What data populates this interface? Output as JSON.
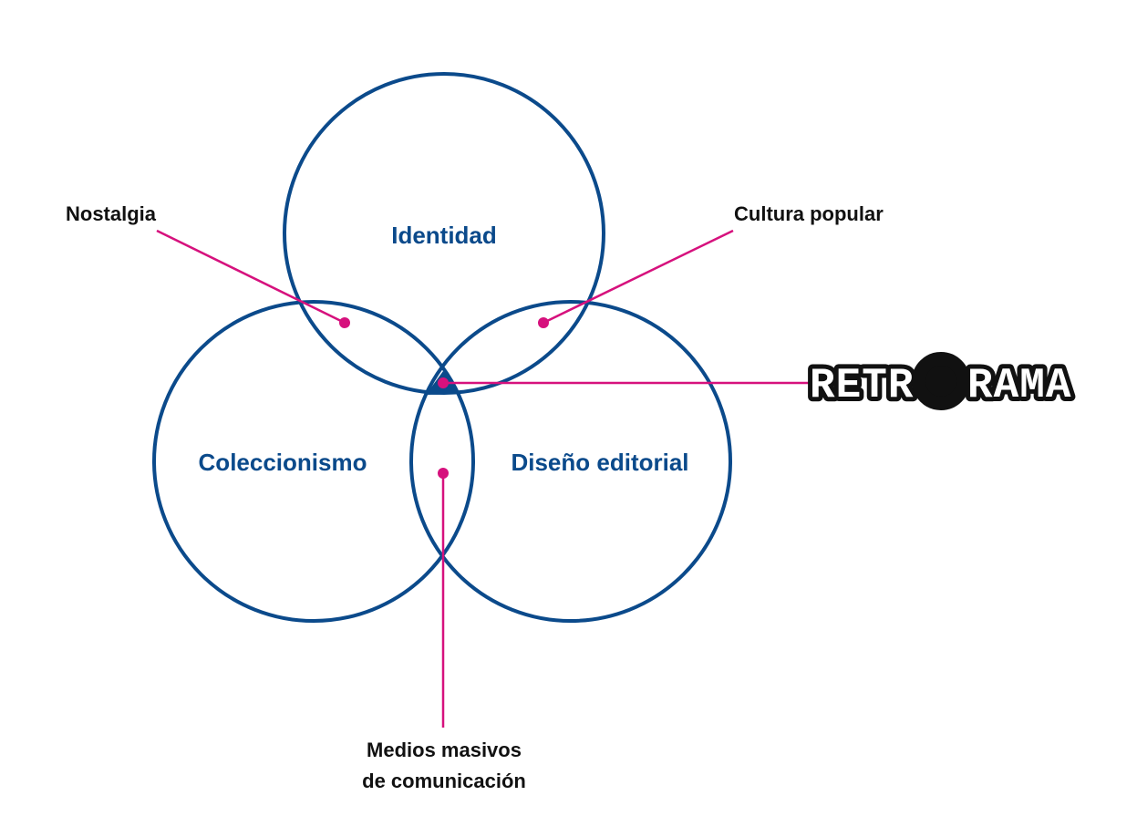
{
  "diagram": {
    "circles": [
      {
        "id": "identidad",
        "label": "Identidad"
      },
      {
        "id": "coleccionismo",
        "label": "Coleccionismo"
      },
      {
        "id": "diseno",
        "label": "Diseño editorial"
      }
    ],
    "callouts": {
      "nostalgia": "Nostalgia",
      "cultura": "Cultura popular",
      "medios_line1": "Medios masivos",
      "medios_line2": "de comunicación"
    },
    "logo": {
      "part1": "RETR",
      "part2": "RAMA"
    },
    "colors": {
      "circle_stroke": "#0b4a8b",
      "leader": "#d6117d",
      "text": "#111111"
    }
  }
}
